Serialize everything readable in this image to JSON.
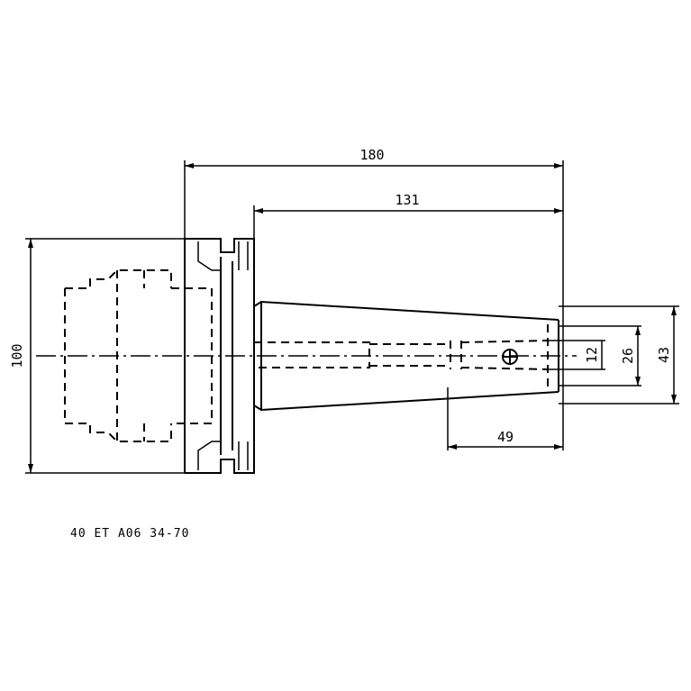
{
  "dimensions": {
    "overall_length": "180",
    "shank_length": "131",
    "flange_diameter": "100",
    "bore_diameter": "12",
    "nose_small_diameter": "26",
    "nose_large_diameter": "43",
    "bore_depth": "49"
  },
  "caption": "40 ET A06 34-70"
}
